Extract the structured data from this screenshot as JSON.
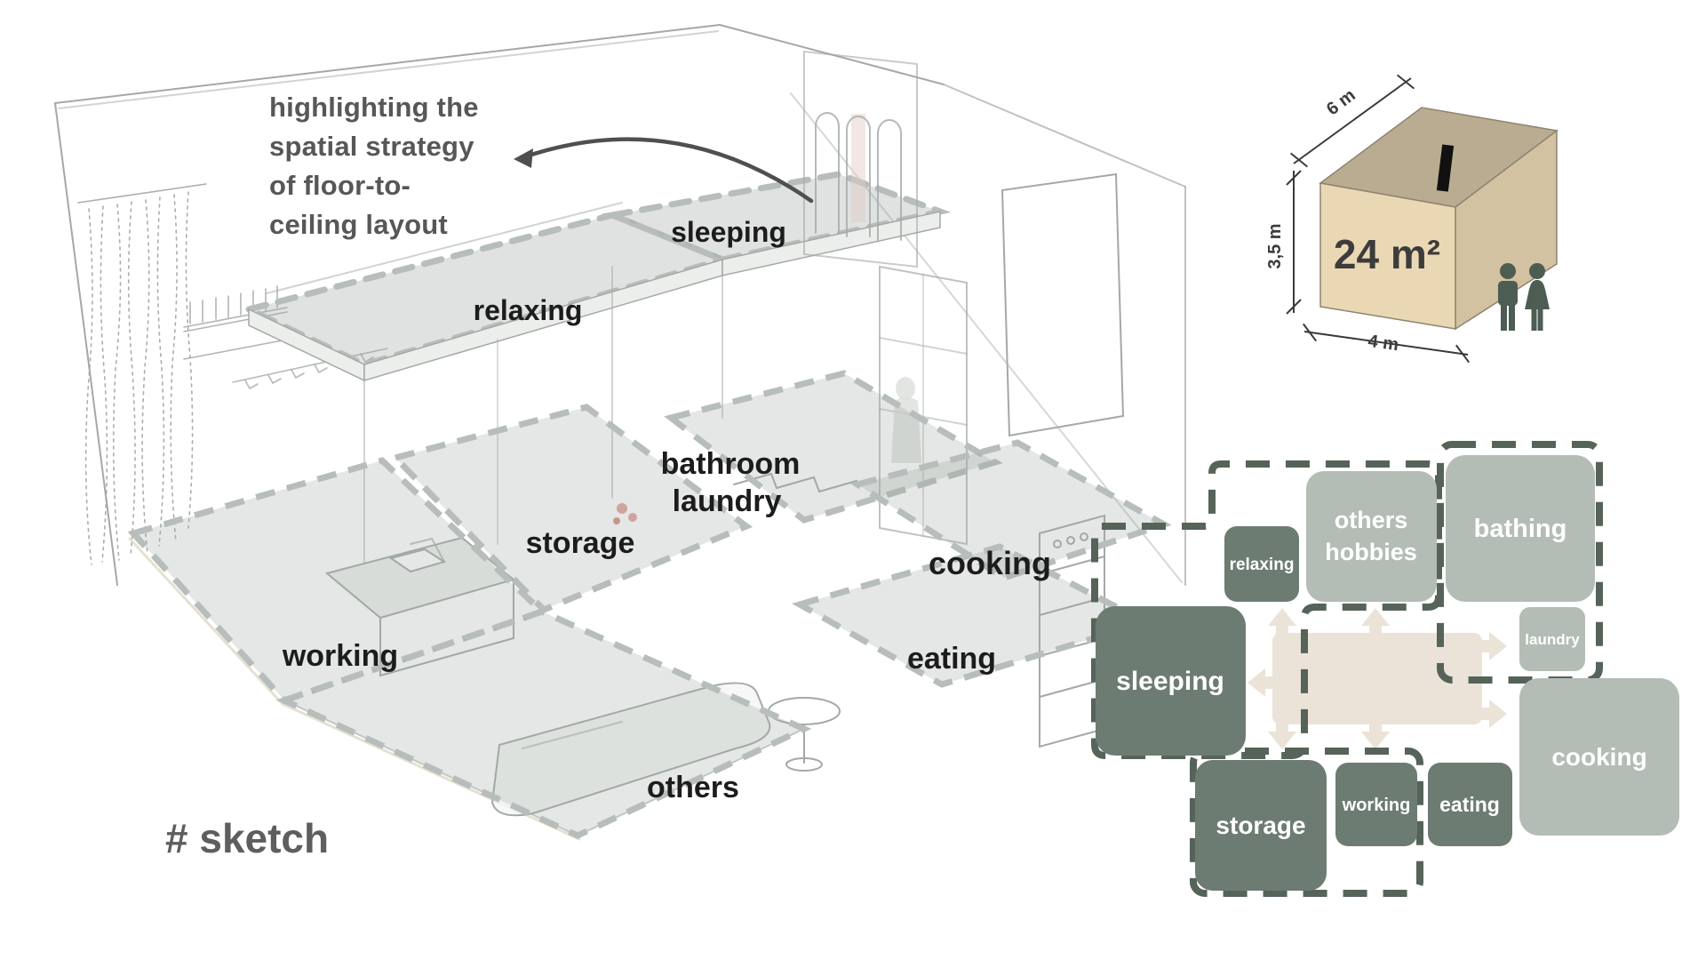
{
  "title": "# sketch",
  "annotation": {
    "lines": [
      "highlighting the",
      "spatial strategy",
      "of floor-to-",
      "ceiling layout"
    ]
  },
  "sketch": {
    "labels": {
      "sleeping": "sleeping",
      "relaxing": "relaxing",
      "bathroom": [
        "bathroom",
        "laundry"
      ],
      "storage": "storage",
      "cooking": "cooking",
      "working": "working",
      "eating": "eating",
      "others": "others"
    }
  },
  "dimension_box": {
    "area_label": "24 m²",
    "width_label": "6 m",
    "height_label": "3,5 m",
    "depth_label": "4 m",
    "icons": [
      "male-figure",
      "female-figure"
    ],
    "colors": {
      "front": "#ead8b5",
      "top": "#b9ac91",
      "side": "#d2c2a2",
      "figures": "#4d5d53"
    }
  },
  "bubble": {
    "boxes": [
      {
        "id": "relaxing",
        "line1": "relaxing",
        "variant": "dark"
      },
      {
        "id": "others-hobbies",
        "line1": "others",
        "line2": "hobbies",
        "variant": "light"
      },
      {
        "id": "bathing",
        "line1": "bathing",
        "variant": "light"
      },
      {
        "id": "laundry",
        "line1": "laundry",
        "variant": "light"
      },
      {
        "id": "sleeping",
        "line1": "sleeping",
        "variant": "dark"
      },
      {
        "id": "storage",
        "line1": "storage",
        "variant": "dark"
      },
      {
        "id": "working",
        "line1": "working",
        "variant": "dark"
      },
      {
        "id": "eating",
        "line1": "eating",
        "variant": "dark"
      },
      {
        "id": "cooking",
        "line1": "cooking",
        "variant": "light"
      }
    ],
    "colors": {
      "dark": "#6d7c73",
      "light": "#b4bdb5",
      "beige": "#ebe3d8",
      "dash": "#566359"
    }
  }
}
